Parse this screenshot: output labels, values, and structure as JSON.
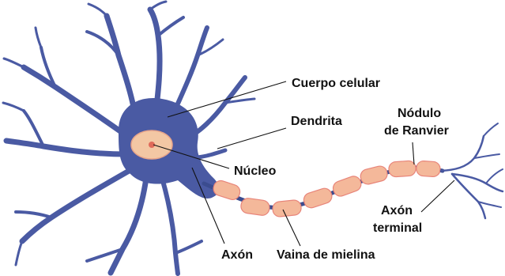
{
  "colors": {
    "neuron_body": "#4a5aa3",
    "axon": "#3b4c8f",
    "myelin_fill": "#f4b89a",
    "myelin_edge": "#e8857a",
    "nucleus_fill": "#f3c7a4",
    "nucleolus": "#e06a5a",
    "text": "#111111"
  },
  "labels": {
    "cell_body": "Cuerpo celular",
    "dendrite": "Dendrita",
    "node_line1": "Nódulo",
    "node_line2": "de Ranvier",
    "nucleus": "Núcleo",
    "axon": "Axón",
    "myelin": "Vaina de mielina",
    "terminal_line1": "Axón",
    "terminal_line2": "terminal"
  }
}
